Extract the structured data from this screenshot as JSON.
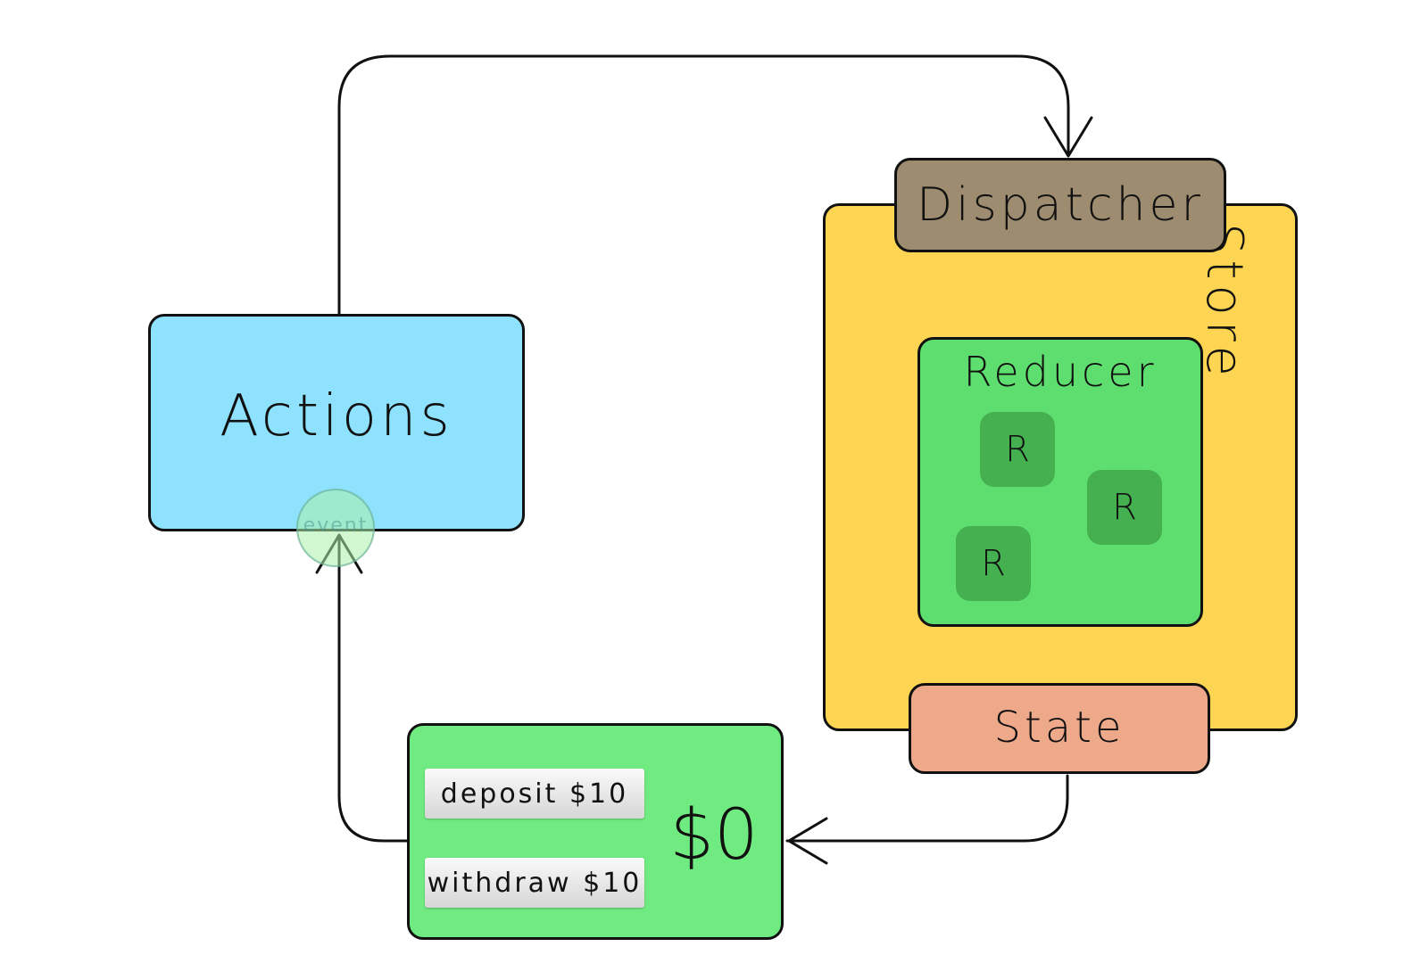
{
  "colors": {
    "store": "#fdd552",
    "dispatcher": "#9e8c70",
    "reducer": "#5fde70",
    "reducer_item": "#44b04f",
    "state": "#eea88a",
    "actions": "#8ee2fd",
    "view": "#70eb81",
    "stroke": "#111111"
  },
  "store": {
    "label": "Store"
  },
  "dispatcher": {
    "label": "Dispatcher"
  },
  "reducer": {
    "label": "Reducer",
    "items": [
      "R",
      "R",
      "R"
    ]
  },
  "state": {
    "label": "State"
  },
  "actions": {
    "label": "Actions"
  },
  "event": {
    "label": "event"
  },
  "view": {
    "deposit_label": "deposit $10",
    "withdraw_label": "withdraw $10",
    "balance": "$0"
  }
}
